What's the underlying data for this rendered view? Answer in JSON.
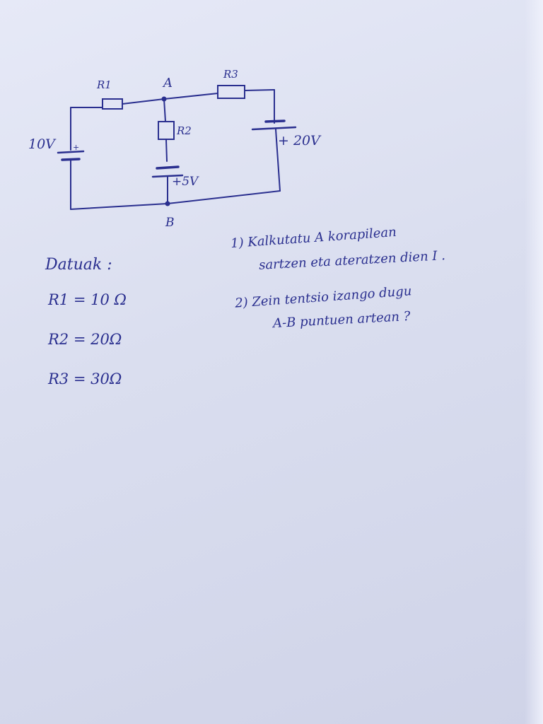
{
  "circuit": {
    "node_a": "A",
    "node_b": "B",
    "r1_label": "R1",
    "r2_label": "R2",
    "r3_label": "R3",
    "source_left": "10V",
    "source_left_plus": "+",
    "source_mid": "+5V",
    "source_right": "+ 20V"
  },
  "given": {
    "title": "Datuak :",
    "items": [
      "R1 = 10 Ω",
      "R2 = 20Ω",
      "R3 = 30Ω"
    ]
  },
  "questions": [
    {
      "line1": "1) Kalkutatu A korapilean",
      "line2": "sartzen eta ateratzen dien I ."
    },
    {
      "line1": "2) Zein tentsio izango dugu",
      "line2": "A-B puntuen artean ?"
    }
  ],
  "colors": {
    "ink": "#2a2f8f",
    "paper": "#dde0f1"
  }
}
